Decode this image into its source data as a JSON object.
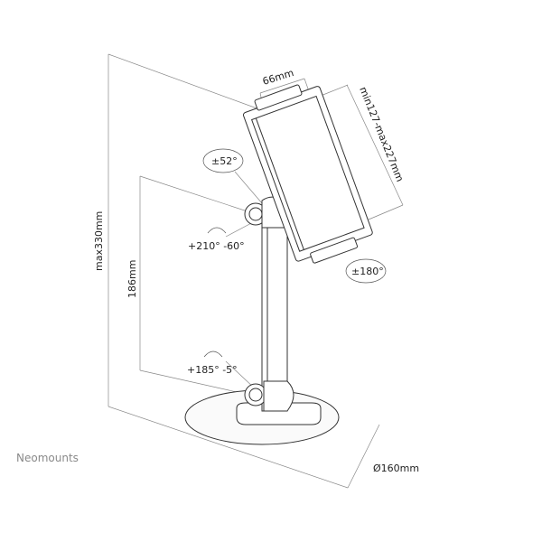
{
  "brand": "Neomounts",
  "dimensions": {
    "max_height": "max330mm",
    "arm_height": "186mm",
    "holder_depth": "66mm",
    "holder_range": "min127-max227mm",
    "base_diameter": "Ø160mm"
  },
  "rotations": {
    "tilt": "±52°",
    "upper_joint": "+210° -60°",
    "holder_rotate": "±180°",
    "lower_joint": "+185° -5°"
  },
  "colors": {
    "line": "#333333",
    "dim": "#777777",
    "brand": "#8a8a8a"
  }
}
